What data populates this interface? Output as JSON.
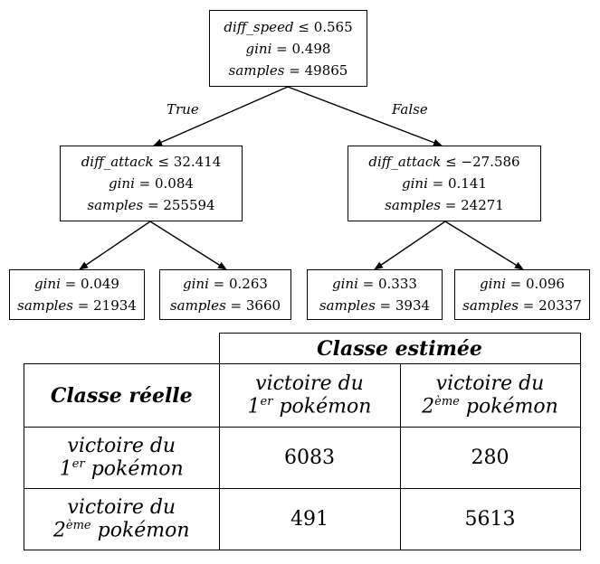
{
  "tree": {
    "root": {
      "feature": "diff_speed",
      "op": "≤",
      "threshold": "0.565",
      "gini": "0.498",
      "samples": "49865"
    },
    "left": {
      "feature": "diff_attack",
      "op": "≤",
      "threshold": "32.414",
      "gini": "0.084",
      "samples": "255594"
    },
    "right": {
      "feature": "diff_attack",
      "op": "≤",
      "threshold": "−27.586",
      "gini": "0.141",
      "samples": "24271"
    },
    "leaves": [
      {
        "gini": "0.049",
        "samples": "21934"
      },
      {
        "gini": "0.263",
        "samples": "3660"
      },
      {
        "gini": "0.333",
        "samples": "3934"
      },
      {
        "gini": "0.096",
        "samples": "20337"
      }
    ],
    "edge_true": "True",
    "edge_false": "False",
    "gini_label": "gini",
    "samples_label": "samples",
    "eq": " = "
  },
  "confusion": {
    "header_estimated": "Classe estimée",
    "header_real": "Classe réelle",
    "label_prefix": "victoire du",
    "first_num": "1",
    "first_sup": "er",
    "second_num": "2",
    "second_sup": "ème",
    "pokemon": "pokémon",
    "values": [
      [
        "6083",
        "280"
      ],
      [
        "491",
        "5613"
      ]
    ]
  }
}
